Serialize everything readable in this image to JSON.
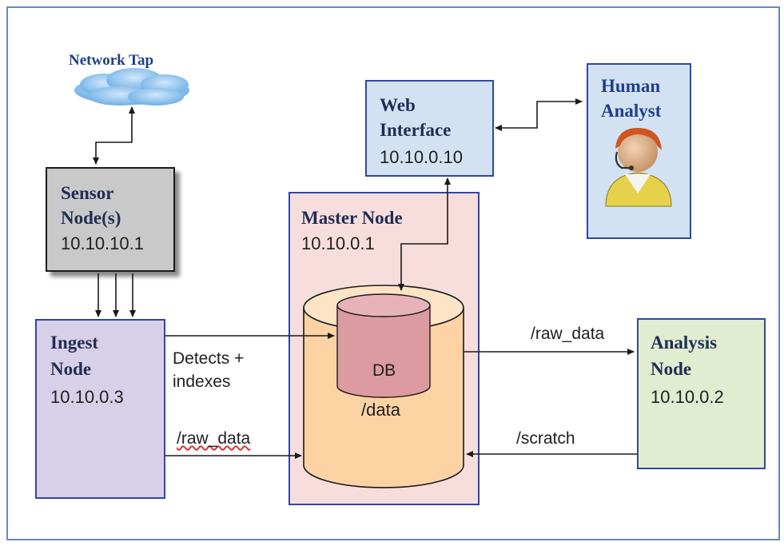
{
  "network_tap": {
    "label": "Network Tap"
  },
  "sensor": {
    "line1": "Sensor",
    "line2": "Node(s)",
    "ip": "10.10.10.1"
  },
  "ingest": {
    "line1": "Ingest",
    "line2": "Node",
    "ip": "10.10.0.3"
  },
  "master": {
    "line1": "Master Node",
    "ip": "10.10.0.1"
  },
  "web": {
    "line1": "Web",
    "line2": "Interface",
    "ip": "10.10.0.10"
  },
  "human": {
    "line1": "Human",
    "line2": "Analyst"
  },
  "analysis": {
    "line1": "Analysis",
    "line2": "Node",
    "ip": "10.10.0.2"
  },
  "db": {
    "label": "DB",
    "data_label": "/data"
  },
  "edges": {
    "detects_line1": "Detects +",
    "detects_line2": "indexes",
    "ingest_raw": "/raw_data",
    "master_raw": "/raw_data",
    "scratch": "/scratch"
  },
  "colors": {
    "sensor_fill": "#c9c9c9",
    "ingest_fill": "#d8d0e8",
    "master_fill": "#f7dedd",
    "web_fill": "#d3e2f3",
    "human_fill": "#d3e2f3",
    "analysis_fill": "#e2ecd1",
    "cylinder_outer": "#fdd3a3",
    "cylinder_inner": "#dc9aa1",
    "cloud": "#8ec4ee"
  }
}
